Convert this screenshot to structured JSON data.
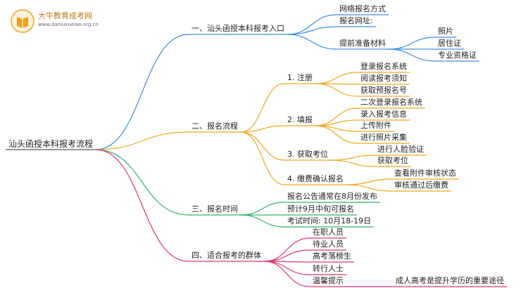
{
  "logo": {
    "name": "大牛教育成考网",
    "url": "www.daniuxueiao.org.cn"
  },
  "root": "汕头函授本科报考流程",
  "colors": {
    "blue": "#3b8fe0",
    "orange": "#f0a81e",
    "green": "#2fb36b",
    "pink": "#e0357a",
    "logo": "#f0a020"
  },
  "branches": [
    {
      "label": "一、汕头函授本科报考入口",
      "children": [
        {
          "label": "网络报名方式"
        },
        {
          "label": "报名网址:"
        },
        {
          "label": "提前准备材料",
          "children": [
            "照片",
            "居住证",
            "专业资格证"
          ]
        }
      ]
    },
    {
      "label": "二、报名流程",
      "children": [
        {
          "label": "1. 注册",
          "children": [
            "登录报名系统",
            "阅读报考须知",
            "获取预报名号"
          ]
        },
        {
          "label": "2. 填报",
          "children": [
            "二次登录报名系统",
            "录入报考信息",
            "上传附件",
            "进行照片采集"
          ]
        },
        {
          "label": "3. 获取考位",
          "children": [
            "进行人脸验证",
            "获取考位"
          ]
        },
        {
          "label": "4. 缴费确认报名",
          "children": [
            "查看附件审核状态",
            "审核通过后缴费"
          ]
        }
      ]
    },
    {
      "label": "三、报名时间",
      "children": [
        {
          "label": "报名公告通常在8月份发布"
        },
        {
          "label": "预计9月中旬可报名"
        },
        {
          "label": "考试时间: 10月18-19日"
        }
      ]
    },
    {
      "label": "四、适合报考的群体",
      "children": [
        {
          "label": "在职人员"
        },
        {
          "label": "待业人员"
        },
        {
          "label": "高考落榜生"
        },
        {
          "label": "转行人士"
        },
        {
          "label": "温馨提示",
          "children": [
            "成人高考是提升学历的重要途径"
          ]
        }
      ]
    }
  ]
}
